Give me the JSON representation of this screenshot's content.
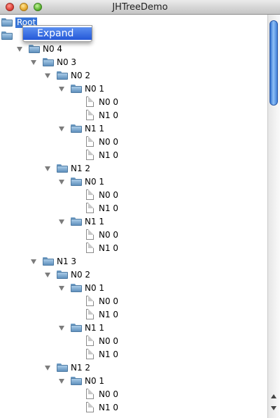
{
  "window": {
    "title": "JHTreeDemo"
  },
  "context_menu": {
    "items": [
      "Expand"
    ]
  },
  "tree": [
    {
      "label": "Root",
      "kind": "folder",
      "depth": 0,
      "expanded": false,
      "selected": true
    },
    {
      "label": "",
      "kind": "folder",
      "depth": 0,
      "expanded": true
    },
    {
      "label": "N0 4",
      "kind": "folder",
      "depth": 1,
      "expanded": true
    },
    {
      "label": "N0 3",
      "kind": "folder",
      "depth": 2,
      "expanded": true
    },
    {
      "label": "N0 2",
      "kind": "folder",
      "depth": 3,
      "expanded": true
    },
    {
      "label": "N0 1",
      "kind": "folder",
      "depth": 4,
      "expanded": true
    },
    {
      "label": "N0 0",
      "kind": "file",
      "depth": 5
    },
    {
      "label": "N1 0",
      "kind": "file",
      "depth": 5
    },
    {
      "label": "N1 1",
      "kind": "folder",
      "depth": 4,
      "expanded": true
    },
    {
      "label": "N0 0",
      "kind": "file",
      "depth": 5
    },
    {
      "label": "N1 0",
      "kind": "file",
      "depth": 5
    },
    {
      "label": "N1 2",
      "kind": "folder",
      "depth": 3,
      "expanded": true
    },
    {
      "label": "N0 1",
      "kind": "folder",
      "depth": 4,
      "expanded": true
    },
    {
      "label": "N0 0",
      "kind": "file",
      "depth": 5
    },
    {
      "label": "N1 0",
      "kind": "file",
      "depth": 5
    },
    {
      "label": "N1 1",
      "kind": "folder",
      "depth": 4,
      "expanded": true
    },
    {
      "label": "N0 0",
      "kind": "file",
      "depth": 5
    },
    {
      "label": "N1 0",
      "kind": "file",
      "depth": 5
    },
    {
      "label": "N1 3",
      "kind": "folder",
      "depth": 2,
      "expanded": true
    },
    {
      "label": "N0 2",
      "kind": "folder",
      "depth": 3,
      "expanded": true
    },
    {
      "label": "N0 1",
      "kind": "folder",
      "depth": 4,
      "expanded": true
    },
    {
      "label": "N0 0",
      "kind": "file",
      "depth": 5
    },
    {
      "label": "N1 0",
      "kind": "file",
      "depth": 5
    },
    {
      "label": "N1 1",
      "kind": "folder",
      "depth": 4,
      "expanded": true
    },
    {
      "label": "N0 0",
      "kind": "file",
      "depth": 5
    },
    {
      "label": "N1 0",
      "kind": "file",
      "depth": 5
    },
    {
      "label": "N1 2",
      "kind": "folder",
      "depth": 3,
      "expanded": true
    },
    {
      "label": "N0 1",
      "kind": "folder",
      "depth": 4,
      "expanded": true
    },
    {
      "label": "N0 0",
      "kind": "file",
      "depth": 5
    },
    {
      "label": "N1 0",
      "kind": "file",
      "depth": 5
    }
  ]
}
